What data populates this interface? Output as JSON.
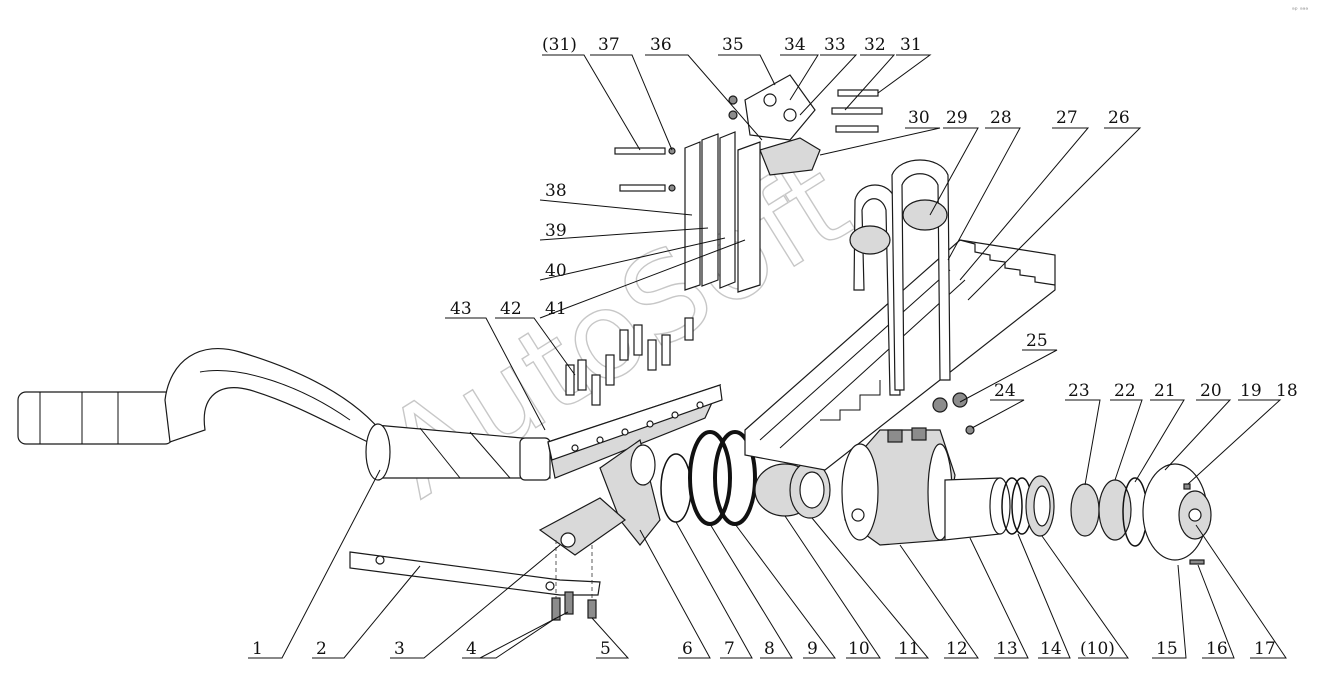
{
  "watermark": "AutoSoft",
  "corner_mark": "ᵃᵖ ᵃᵃᵃ",
  "callouts_top": [
    {
      "id": "c31p",
      "label": "(31)"
    },
    {
      "id": "c37",
      "label": "37"
    },
    {
      "id": "c36",
      "label": "36"
    },
    {
      "id": "c35",
      "label": "35"
    },
    {
      "id": "c34",
      "label": "34"
    },
    {
      "id": "c33",
      "label": "33"
    },
    {
      "id": "c32",
      "label": "32"
    },
    {
      "id": "c31",
      "label": "31"
    },
    {
      "id": "c30",
      "label": "30"
    },
    {
      "id": "c29",
      "label": "29"
    },
    {
      "id": "c28",
      "label": "28"
    },
    {
      "id": "c27",
      "label": "27"
    },
    {
      "id": "c26",
      "label": "26"
    }
  ],
  "callouts_left": [
    {
      "id": "c38",
      "label": "38"
    },
    {
      "id": "c39",
      "label": "39"
    },
    {
      "id": "c40",
      "label": "40"
    },
    {
      "id": "c41",
      "label": "41"
    },
    {
      "id": "c43",
      "label": "43"
    },
    {
      "id": "c42",
      "label": "42"
    }
  ],
  "callouts_right": [
    {
      "id": "c25",
      "label": "25"
    },
    {
      "id": "c24",
      "label": "24"
    },
    {
      "id": "c23",
      "label": "23"
    },
    {
      "id": "c22",
      "label": "22"
    },
    {
      "id": "c21",
      "label": "21"
    },
    {
      "id": "c20",
      "label": "20"
    },
    {
      "id": "c19",
      "label": "19"
    },
    {
      "id": "c18",
      "label": "18"
    }
  ],
  "callouts_bottom": [
    {
      "id": "c1",
      "label": "1"
    },
    {
      "id": "c2",
      "label": "2"
    },
    {
      "id": "c3",
      "label": "3"
    },
    {
      "id": "c4",
      "label": "4"
    },
    {
      "id": "c5",
      "label": "5"
    },
    {
      "id": "c6",
      "label": "6"
    },
    {
      "id": "c7",
      "label": "7"
    },
    {
      "id": "c8",
      "label": "8"
    },
    {
      "id": "c9",
      "label": "9"
    },
    {
      "id": "c10",
      "label": "10"
    },
    {
      "id": "c11",
      "label": "11"
    },
    {
      "id": "c12",
      "label": "12"
    },
    {
      "id": "c13",
      "label": "13"
    },
    {
      "id": "c14",
      "label": "14"
    },
    {
      "id": "c10p",
      "label": "(10)"
    },
    {
      "id": "c15",
      "label": "15"
    },
    {
      "id": "c16",
      "label": "16"
    },
    {
      "id": "c17",
      "label": "17"
    }
  ]
}
